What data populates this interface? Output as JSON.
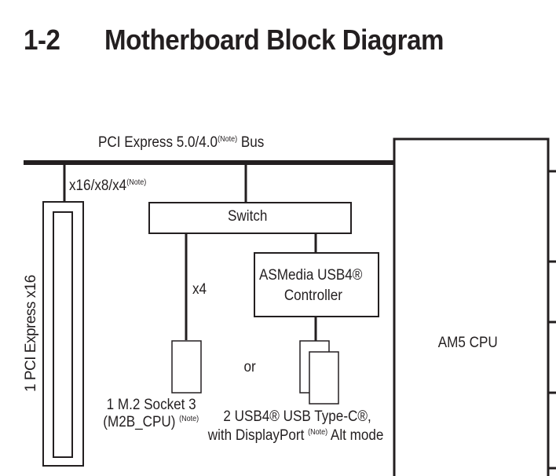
{
  "heading": {
    "number": "1-2",
    "title": "Motherboard Block Diagram"
  },
  "bus": {
    "label": "PCI Express 5.0/4.0",
    "note": "(Note)",
    "suffix": "Bus"
  },
  "pcie_slot": {
    "lanes": "x16/x8/x4",
    "note": "(Note)",
    "label": "1 PCI Express x16"
  },
  "switch": {
    "label": "Switch"
  },
  "m2_link": {
    "label": "x4"
  },
  "m2": {
    "line1": "1 M.2 Socket 3",
    "line2": "(M2B_CPU)",
    "note": "(Note)"
  },
  "or_label": "or",
  "asmedia": {
    "line1": "ASMedia USB4®",
    "line2": "Controller"
  },
  "usb": {
    "line1": "2 USB4® USB Type-C®,",
    "line2a": "with DisplayPort",
    "note": "(Note)",
    "line2b": "Alt mode"
  },
  "cpu": {
    "label": "AM5 CPU"
  }
}
